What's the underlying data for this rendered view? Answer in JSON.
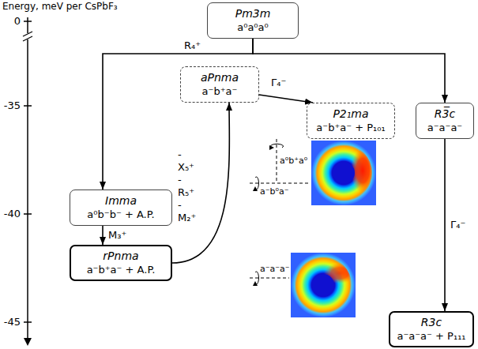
{
  "diagram": {
    "nodes": [
      {
        "text": [
          "Pm3m",
          "a⁰a⁰a⁰"
        ]
      },
      {
        "text": [
          "aPnma",
          "a⁻b⁺a⁻"
        ]
      },
      {
        "text": [
          "P2₁ma",
          "a⁻b⁺a⁻ + P₁₀₁"
        ]
      },
      {
        "text": [
          "R3̅c",
          "a⁻a⁻a⁻"
        ]
      },
      {
        "text": [
          "Imma",
          "a⁰b⁻b⁻ + A.P."
        ]
      },
      {
        "text": [
          "rPnma",
          "a⁻b⁺a⁻ + A.P."
        ]
      },
      {
        "text": [
          "R3c",
          "a⁻a⁻a⁻ + P₁₁₁"
        ]
      }
    ],
    "edges": [
      {
        "from": 0,
        "to": 4,
        "arrow": "to",
        "label": "R₄⁺"
      },
      {
        "from": 0,
        "to": 3,
        "arrow": "to"
      },
      {
        "from": 4,
        "to": 5,
        "arrow": "to",
        "label": "M₃⁺"
      },
      {
        "from": 5,
        "to": 1,
        "arrow": "to",
        "label": "-X₅⁺ -R₅⁺ -M₂⁺"
      },
      {
        "from": 1,
        "to": 2,
        "arrow": "to",
        "label": "Γ₄⁻"
      },
      {
        "from": 3,
        "to": 6,
        "arrow": "to",
        "label": "Γ₄⁻"
      }
    ],
    "labels": [
      "Energy, meV per CsPbF₃",
      "0",
      "-35",
      "-40",
      "-45",
      "a⁰b⁺a⁰",
      "a⁻b⁰a⁻",
      "a⁻a⁻a⁻"
    ]
  }
}
